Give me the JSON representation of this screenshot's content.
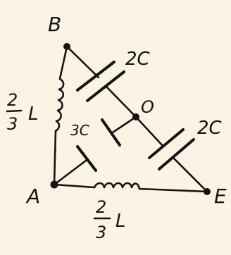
{
  "diagram": {
    "nodes": {
      "B": "B",
      "O": "O",
      "A": "A",
      "E": "E"
    },
    "components": {
      "inductor_AB": {
        "numerator": "2",
        "denominator": "3",
        "symbol": "L"
      },
      "inductor_AE": {
        "numerator": "2",
        "denominator": "3",
        "symbol": "L"
      },
      "capacitor_B_top": {
        "label": "2C"
      },
      "capacitor_right": {
        "label": "2C"
      },
      "capacitor_center": {
        "label": "3C"
      }
    },
    "colors": {
      "ink": "#141414",
      "paper": "#fcf3e4"
    }
  }
}
